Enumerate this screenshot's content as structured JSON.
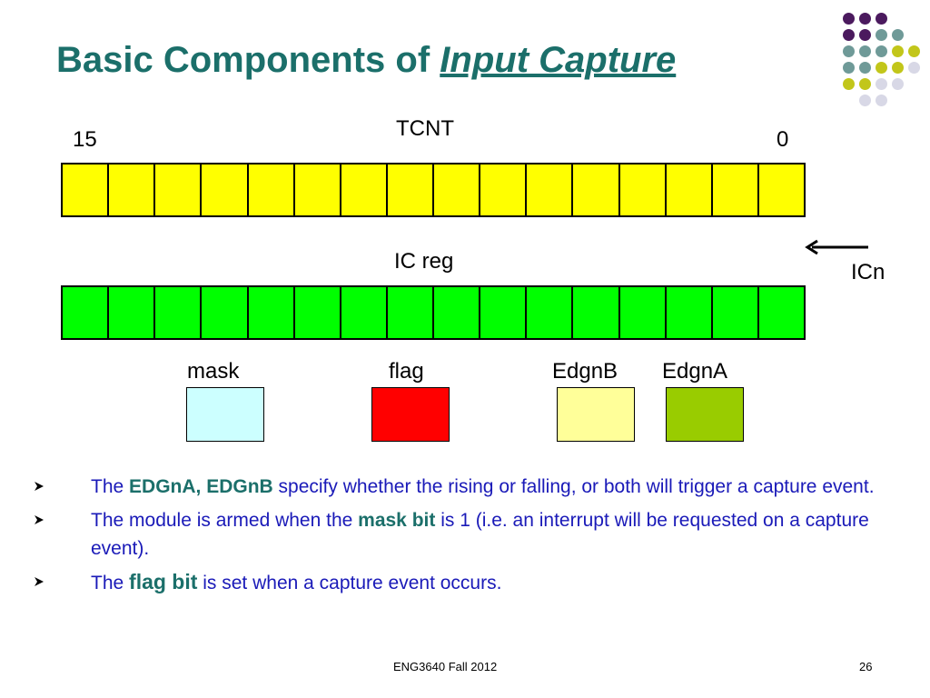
{
  "slide": {
    "title_prefix": "Basic Components of",
    "title_emphasis": "Input Capture",
    "tcnt_label": "TCNT",
    "bit_high": "15",
    "bit_low": "0",
    "ic_reg_label": "IC reg",
    "icn_label": "ICn",
    "boxes": [
      {
        "label": "mask",
        "color": "#ccffff"
      },
      {
        "label": "flag",
        "color": "#ff0000"
      },
      {
        "label": "EdgnB",
        "color": "#ffff99"
      },
      {
        "label": "EdgnA",
        "color": "#99cc00"
      }
    ],
    "bullets": [
      {
        "pre": "The ",
        "bold": "EDGnA, EDGnB",
        "post": " specify whether the rising or falling, or both will trigger a capture event."
      },
      {
        "pre": "The module is armed when the ",
        "bold": "mask bit",
        "post": " is 1 (i.e. an interrupt will be requested on a capture event)."
      },
      {
        "pre": "The ",
        "bold": "flag bit",
        "post": " is set when a capture event occurs."
      }
    ],
    "footer_center": "ENG3640 Fall 2012",
    "page_number": "26"
  },
  "colors": {
    "title": "#1b6f6a",
    "bullet_text": "#1a1ab8",
    "tcnt_fill": "#ffff00",
    "ic_reg_fill": "#00ff00",
    "dot_purple": "#4b1a5e",
    "dot_teal": "#6f9a98",
    "dot_olive": "#c2c61a",
    "dot_lilac": "#d8d8e6"
  },
  "icons": {
    "decoration": "dot-grid-decoration",
    "bullet": "arrowhead-bullet-icon",
    "input_arrow": "left-arrow-icon"
  }
}
